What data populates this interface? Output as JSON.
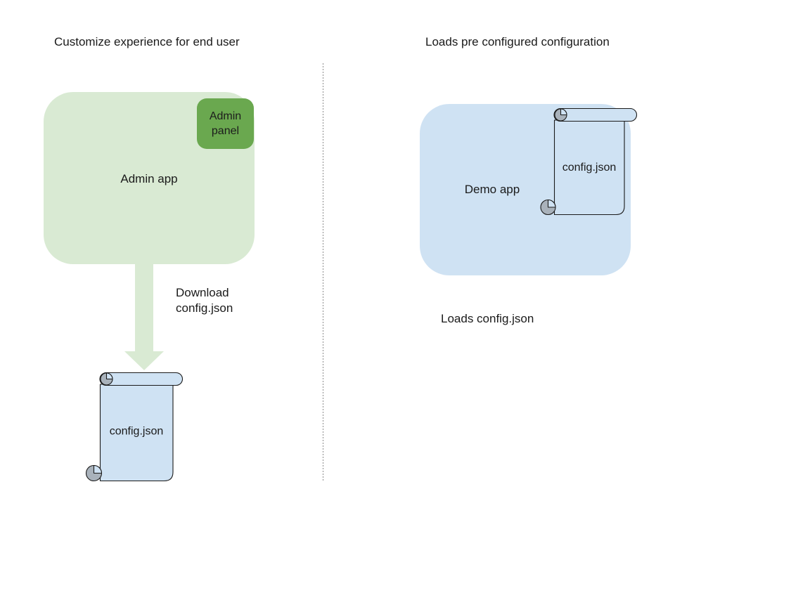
{
  "diagram": {
    "left": {
      "title": "Customize experience for end user",
      "admin_app_label": "Admin app",
      "admin_panel_label": "Admin\npanel",
      "download_caption": "Download\nconfig.json",
      "scroll_label": "config.json"
    },
    "right": {
      "title": "Loads pre configured configuration",
      "demo_app_label": "Demo app",
      "scroll_label": "config.json",
      "caption": "Loads config.json"
    },
    "colors": {
      "admin_app_fill": "#d9ead3",
      "admin_panel_fill": "#6aa84f",
      "download_arrow_fill": "#d9ead3",
      "demo_app_fill": "#cfe2f3",
      "scroll_fill": "#cfe2f3",
      "scroll_curl_fill": "#a9b2bb",
      "shape_outline": "#1a1a1a",
      "divider_color": "#8b8b8b",
      "text_color": "#1a1a1a",
      "background": "#ffffff"
    }
  }
}
